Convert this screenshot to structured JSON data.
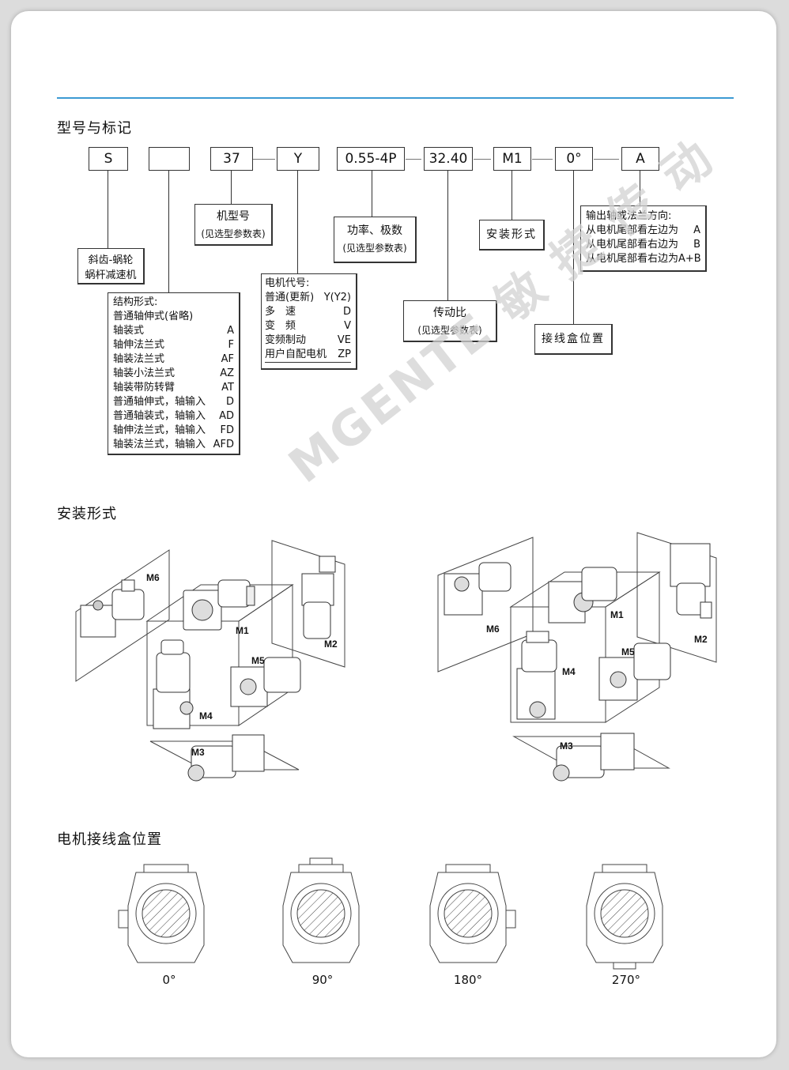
{
  "sections": {
    "model": "型号与标记",
    "mounting": "安装形式",
    "terminal": "电机接线盒位置"
  },
  "code_boxes": [
    "S",
    "",
    "37",
    "Y",
    "0.55-4P",
    "32.40",
    "M1",
    "0°",
    "A"
  ],
  "notes": {
    "series": [
      "斜齿-蜗轮",
      "蜗杆减速机"
    ],
    "frame": [
      "机型号",
      "(见选型参数表)"
    ],
    "power": [
      "功率、极数",
      "(见选型参数表)"
    ],
    "ratio": [
      "传动比",
      "(见选型参数表)"
    ],
    "mount": "安装形式",
    "terminal_box": "接线盒位置",
    "output": {
      "title": "输出轴或法兰方向:",
      "rows": [
        {
          "label": "从电机尾部看左边为",
          "code": "A"
        },
        {
          "label": "从电机尾部看右边为",
          "code": "B"
        },
        {
          "label": "从电机尾部看右边为",
          "code": "A+B"
        }
      ]
    },
    "motor": {
      "title": "电机代号:",
      "rows": [
        {
          "label": "普通(更新)",
          "code": "Y(Y2)"
        },
        {
          "label": "多　速",
          "code": "D"
        },
        {
          "label": "变　频",
          "code": "V"
        },
        {
          "label": "变频制动",
          "code": "VE"
        },
        {
          "label": "用户自配电机",
          "code": "ZP"
        }
      ]
    },
    "structure": {
      "title": "结构形式:",
      "rows": [
        {
          "label": "普通轴伸式(省略)",
          "code": ""
        },
        {
          "label": "轴装式",
          "code": "A"
        },
        {
          "label": "轴伸法兰式",
          "code": "F"
        },
        {
          "label": "轴装法兰式",
          "code": "AF"
        },
        {
          "label": "轴装小法兰式",
          "code": "AZ"
        },
        {
          "label": "轴装带防转臂",
          "code": "AT"
        },
        {
          "label": "普通轴伸式，轴输入",
          "code": "D"
        },
        {
          "label": "普通轴装式，轴输入",
          "code": "AD"
        },
        {
          "label": "轴伸法兰式，轴输入",
          "code": "FD"
        },
        {
          "label": "轴装法兰式，轴输入",
          "code": "AFD"
        }
      ]
    }
  },
  "mount_labels": [
    "M1",
    "M2",
    "M3",
    "M4",
    "M5",
    "M6"
  ],
  "angles": [
    "0°",
    "90°",
    "180°",
    "270°"
  ],
  "watermark": "MGENTE 敏 捷 传 动"
}
